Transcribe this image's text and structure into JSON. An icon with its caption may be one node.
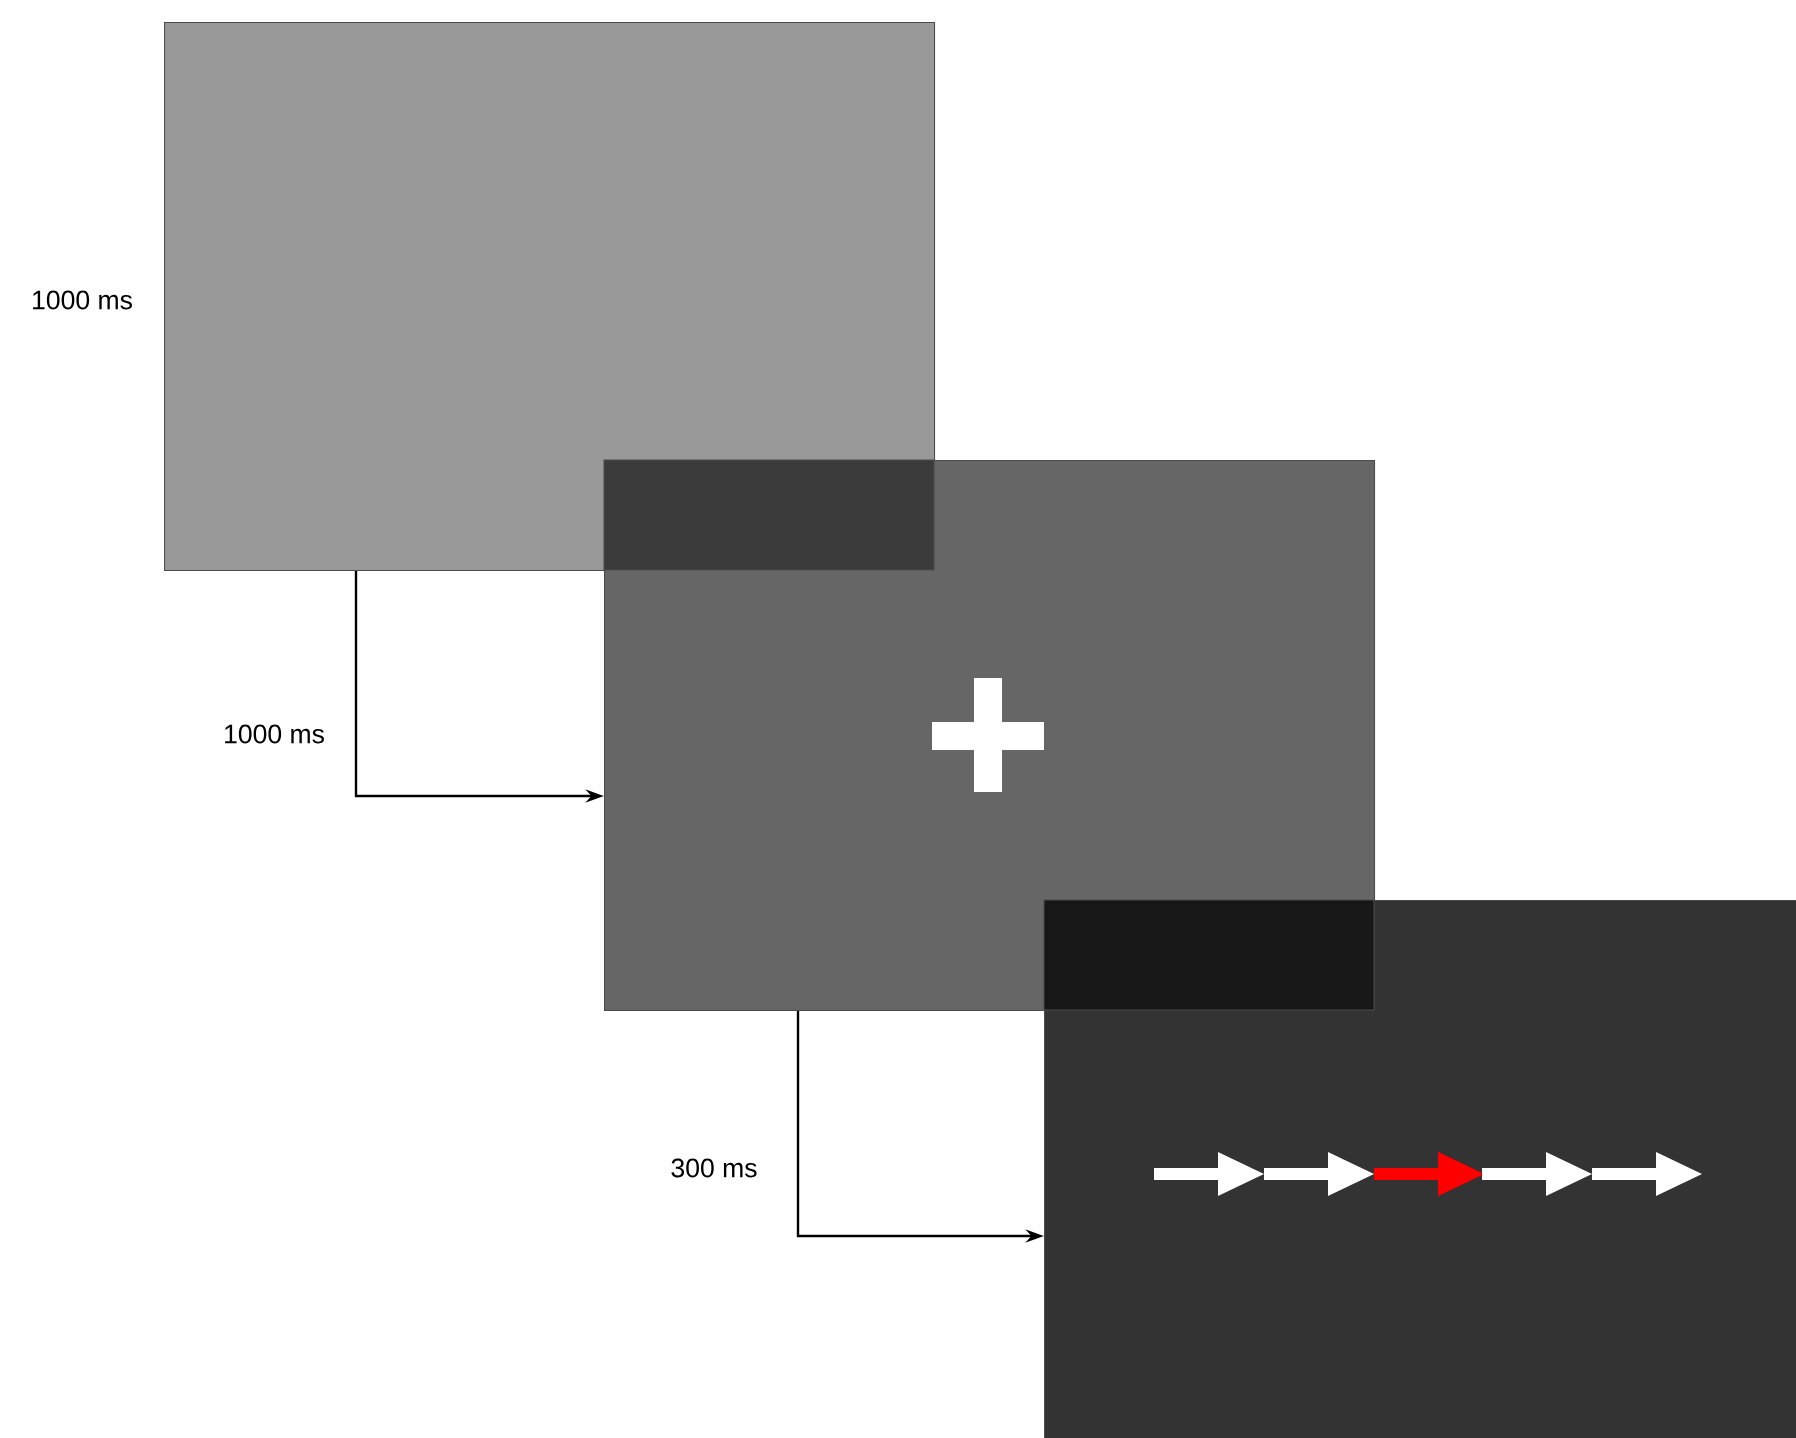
{
  "diagram": {
    "nodes": [
      {
        "text": [],
        "shape": "box",
        "beside": [
          "1000 ms"
        ]
      },
      {
        "text": [],
        "shape": "box"
      },
      {
        "text": [],
        "shape": "box"
      }
    ],
    "edges": [
      {
        "from": 0,
        "to": 1,
        "arrow": "to",
        "label": "1000 ms"
      },
      {
        "from": 1,
        "to": 2,
        "arrow": "to",
        "label": "300 ms"
      }
    ]
  }
}
